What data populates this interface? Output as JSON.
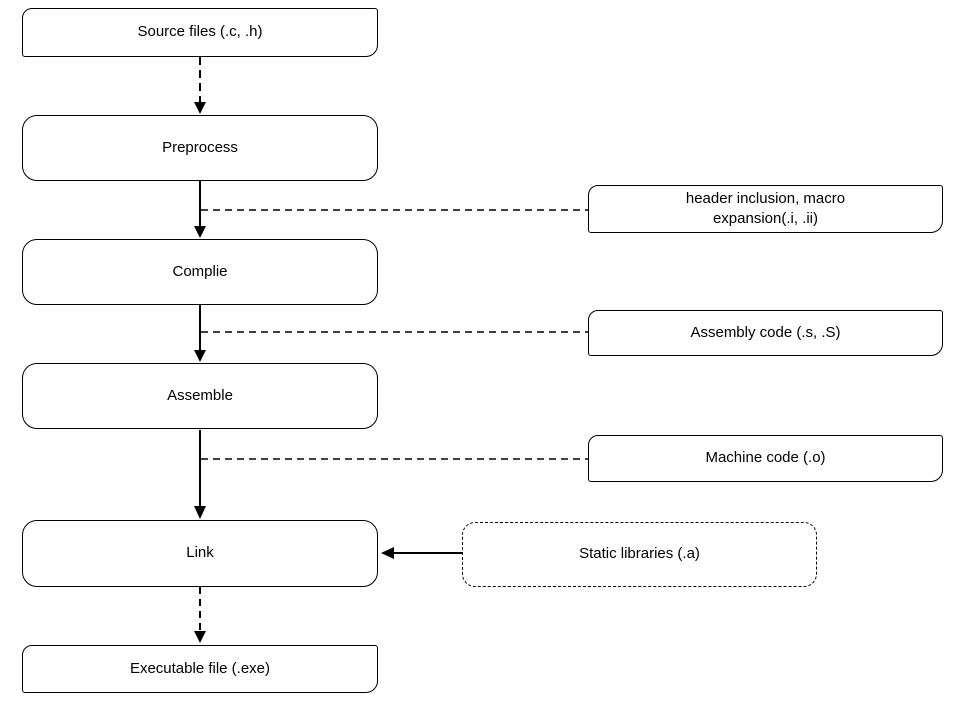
{
  "diagram": {
    "type": "flowchart",
    "subject": "C program build pipeline",
    "main_boxes": [
      {
        "id": "source",
        "label": "Source files (.c, .h)"
      },
      {
        "id": "preprocess",
        "label": "Preprocess"
      },
      {
        "id": "complie",
        "label": "Complie"
      },
      {
        "id": "assemble",
        "label": "Assemble"
      },
      {
        "id": "link",
        "label": "Link"
      },
      {
        "id": "executable",
        "label": "Executable file (.exe)"
      }
    ],
    "side_boxes": [
      {
        "id": "header-inclusion",
        "label": "header inclusion, macro expansion(.i, .ii)"
      },
      {
        "id": "assembly-code",
        "label": "Assembly code (.s, .S)"
      },
      {
        "id": "machine-code",
        "label": "Machine code (.o)"
      },
      {
        "id": "static-libs",
        "label": "Static libraries (.a)",
        "border_style": "dashed"
      }
    ],
    "edges": [
      {
        "from": "source",
        "to": "preprocess",
        "style": "dashed-arrow"
      },
      {
        "from": "preprocess",
        "to": "complie",
        "style": "solid-arrow"
      },
      {
        "from": "complie",
        "to": "assemble",
        "style": "solid-arrow"
      },
      {
        "from": "assemble",
        "to": "link",
        "style": "solid-arrow"
      },
      {
        "from": "link",
        "to": "executable",
        "style": "dashed-arrow"
      },
      {
        "from": "static-libs",
        "to": "link",
        "style": "solid-arrow"
      },
      {
        "from": "preprocess-complie-arrow",
        "to": "header-inclusion",
        "style": "dashed-line"
      },
      {
        "from": "complie-assemble-arrow",
        "to": "assembly-code",
        "style": "dashed-line"
      },
      {
        "from": "assemble-link-arrow",
        "to": "machine-code",
        "style": "dashed-line"
      }
    ],
    "colors": {
      "border": "#000000",
      "background": "#ffffff",
      "text": "#000000"
    }
  }
}
